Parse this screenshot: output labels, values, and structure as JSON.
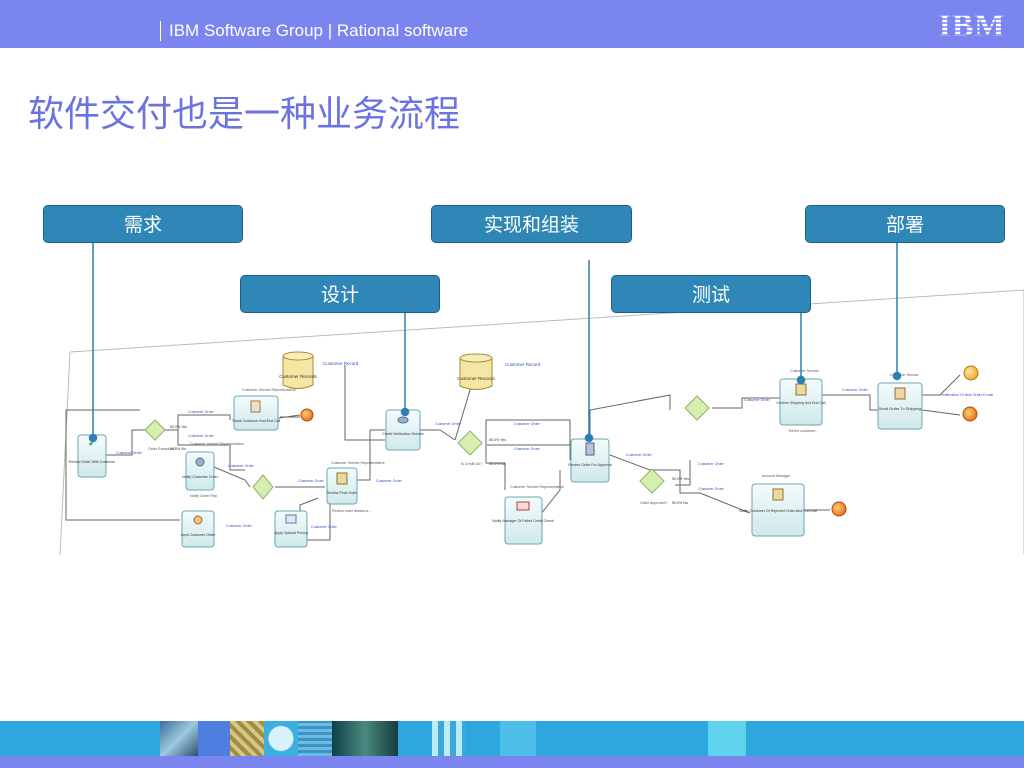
{
  "header": {
    "group_text": "IBM Software Group | Rational software",
    "logo_text": "IBM",
    "background_color": "#7b85f0"
  },
  "slide": {
    "title": "软件交付也是一种业务流程",
    "title_color": "#6b73e0"
  },
  "callouts": {
    "requirements": "需求",
    "design": "设计",
    "implementation": "实现和组装",
    "test": "测试",
    "deploy": "部署",
    "color": "#2f87b8"
  },
  "diagram": {
    "tasks": {
      "review_order": "Review Order With Customer",
      "thank_customer": "Thank Customer And End Call",
      "notify_customer_order": "Notify Customer Order",
      "input_customer_order": "Input Customer Order",
      "apply_special_pricing": "Apply Special Pricing",
      "review_final_order": "Review Final Order",
      "credit_verification": "Credit Verification Service",
      "review_order_approval": "Review Order For Approval",
      "notify_manager": "Notify Manager Of Failed Credit Check",
      "confirm_shipping": "Confirm Shipping And End Call",
      "send_order": "Send Order To Shipping",
      "notify_rejected": "Notify Customer Of Rejected Order And End Call"
    },
    "data_stores": {
      "customer_records_1": "Customer Records",
      "customer_records_2": "Customer Records",
      "customer_record_1": "Customer Record",
      "customer_record_2": "Customer Record"
    },
    "decisions": {
      "order_exception": "Order Exception?",
      "is_credit_ok": "Is Credit Ok?",
      "order_approved": "Order Approved?"
    },
    "roles": {
      "customer_service_rep": "Customer Service Representative",
      "account_manager": "Account Manager",
      "customer_service": "Customer Service"
    },
    "labels": {
      "customer_order": "Customer Order",
      "percent_yes": "50.0% Yes",
      "percent_no": "50.0% No",
      "notification": "Notification Of New Order E-mail",
      "tell_customer": "Tell the customer...",
      "notify_order_rep": "Notify Order Rep",
      "review_order_details": "Review order details w..."
    }
  },
  "footer": {
    "background_color": "#2ea7de"
  }
}
